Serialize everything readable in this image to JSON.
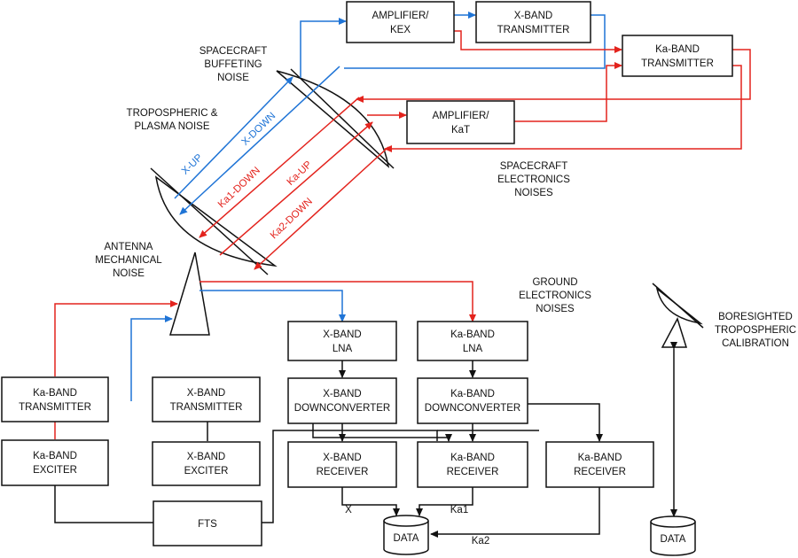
{
  "colors": {
    "downlink_x": "#1f74d6",
    "link_ka": "#e3231d",
    "line": "#111111"
  },
  "boxes": {
    "amp_kex": [
      "AMPLIFIER/",
      "KEX"
    ],
    "xband_tx_sc": [
      "X-BAND",
      "TRANSMITTER"
    ],
    "kaband_tx_sc": [
      "Ka-BAND",
      "TRANSMITTER"
    ],
    "amp_kat": [
      "AMPLIFIER/",
      "KaT"
    ],
    "xband_lna": [
      "X-BAND",
      "LNA"
    ],
    "kaband_lna": [
      "Ka-BAND",
      "LNA"
    ],
    "kaband_tx_gnd": [
      "Ka-BAND",
      "TRANSMITTER"
    ],
    "xband_tx_gnd": [
      "X-BAND",
      "TRANSMITTER"
    ],
    "xband_dc": [
      "X-BAND",
      "DOWNCONVERTER"
    ],
    "kaband_dc": [
      "Ka-BAND",
      "DOWNCONVERTER"
    ],
    "kaband_exc": [
      "Ka-BAND",
      "EXCITER"
    ],
    "xband_exc": [
      "X-BAND",
      "EXCITER"
    ],
    "xband_rx": [
      "X-BAND",
      "RECEIVER"
    ],
    "kaband_rx1": [
      "Ka-BAND",
      "RECEIVER"
    ],
    "kaband_rx2": [
      "Ka-BAND",
      "RECEIVER"
    ],
    "fts": "FTS"
  },
  "data_stores": {
    "main": "DATA",
    "calibration": "DATA"
  },
  "noise_labels": {
    "spacecraft_buffeting": [
      "SPACECRAFT",
      "BUFFETING",
      "NOISE"
    ],
    "tropospheric_plasma": [
      "TROPOSPHERIC &",
      "PLASMA NOISE"
    ],
    "spacecraft_electronics": [
      "SPACECRAFT",
      "ELECTRONICS",
      "NOISES"
    ],
    "antenna_mechanical": [
      "ANTENNA",
      "MECHANICAL",
      "NOISE"
    ],
    "ground_electronics": [
      "GROUND",
      "ELECTRONICS",
      "NOISES"
    ],
    "boresighted_calibration": [
      "BORESIGHTED",
      "TROPOSPHERIC",
      "CALIBRATION"
    ]
  },
  "link_labels": {
    "x_up": "X-UP",
    "x_down": "X-DOWN",
    "ka1_down": "Ka1-DOWN",
    "ka_up": "Ka-UP",
    "ka2_down": "Ka2-DOWN"
  },
  "signal_labels": {
    "x": "X",
    "ka1": "Ka1",
    "ka2": "Ka2"
  }
}
